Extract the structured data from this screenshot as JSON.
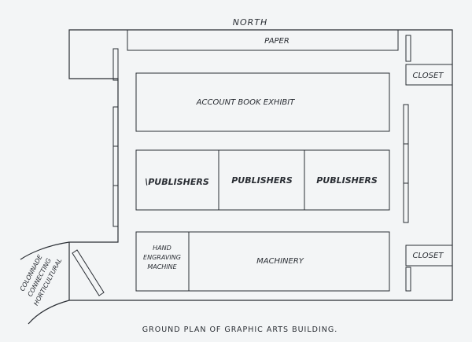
{
  "compass": "NORTH",
  "rooms": {
    "paper": "PAPER",
    "closet_top": "CLOSET",
    "closet_bottom": "CLOSET",
    "account_book": "ACCOUNT BOOK EXHIBIT",
    "publishers_1": "\\PUBLISHERS",
    "publishers_2": "PUBLISHERS",
    "publishers_3": "PUBLISHERS",
    "hand_engraving": [
      "HAND",
      "ENGRAVING",
      "MACHINE"
    ],
    "machinery": "MACHINERY"
  },
  "colonnade": [
    "COLONNADE",
    "CONNECTING",
    "HORTICULTURAL"
  ],
  "caption": "GROUND PLAN OF GRAPHIC ARTS BUILDING."
}
